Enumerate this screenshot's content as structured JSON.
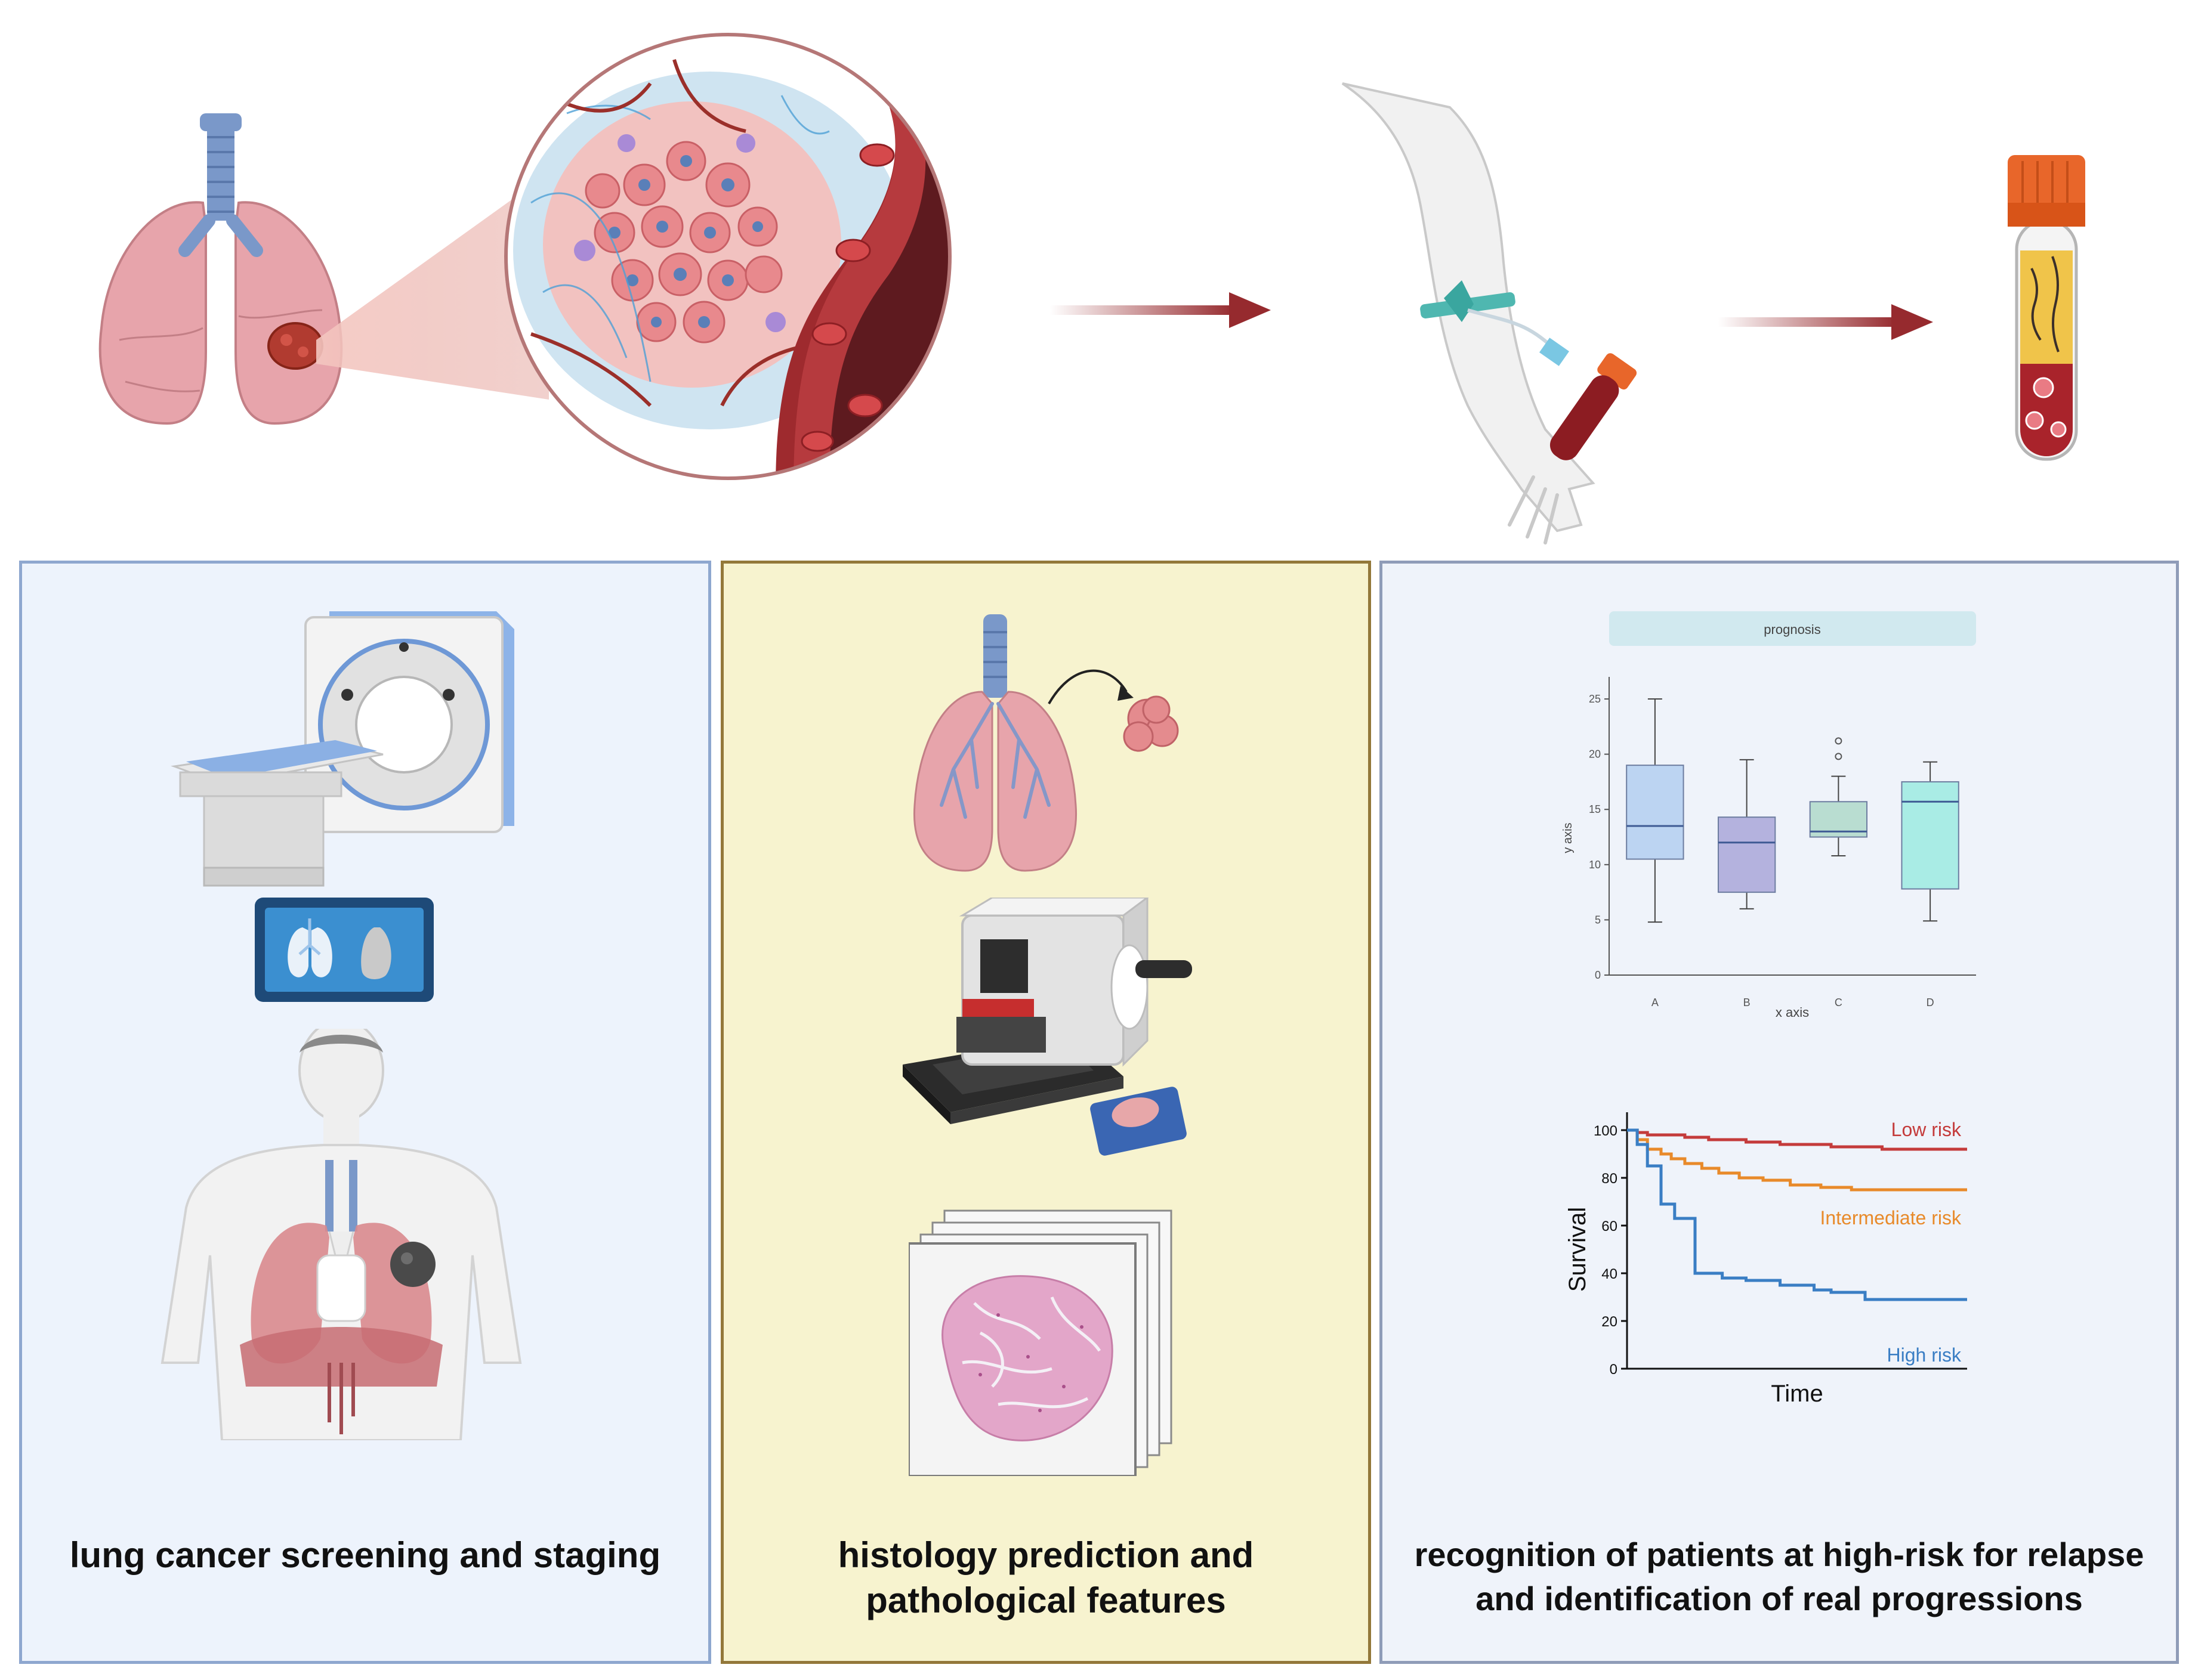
{
  "panels": {
    "left": {
      "caption": "lung cancer screening and staging"
    },
    "middle": {
      "caption_line1": "histology prediction and",
      "caption_line2": "pathological features"
    },
    "right": {
      "caption_line1": "recognition of patients at high-risk for relapse",
      "caption_line2": "and identification of real progressions"
    }
  },
  "boxplot": {
    "title": "prognosis",
    "xlabel": "x axis",
    "ylabel": "y axis",
    "yticks": [
      "0",
      "5",
      "10",
      "15",
      "20",
      "25"
    ],
    "categories": [
      "A",
      "B",
      "C",
      "D"
    ]
  },
  "survival": {
    "ylabel": "Survival",
    "xlabel": "Time",
    "yticks": [
      "0",
      "20",
      "40",
      "60",
      "80",
      "100"
    ],
    "labels": {
      "low": "Low risk",
      "intermediate": "Intermediate risk",
      "high": "High risk"
    }
  },
  "chart_data": [
    {
      "type": "box",
      "title": "prognosis",
      "xlabel": "x axis",
      "ylabel": "y axis",
      "ylim": [
        0,
        27
      ],
      "categories": [
        "A",
        "B",
        "C",
        "D"
      ],
      "boxes": [
        {
          "category": "A",
          "min": 4.8,
          "q1": 10.5,
          "median": 13.5,
          "q3": 19.0,
          "max": 25.0,
          "outliers": []
        },
        {
          "category": "B",
          "min": 6.0,
          "q1": 7.5,
          "median": 12.0,
          "q3": 14.3,
          "max": 19.5,
          "outliers": []
        },
        {
          "category": "C",
          "min": 10.8,
          "q1": 12.5,
          "median": 13.0,
          "q3": 15.7,
          "max": 18.0,
          "outliers": [
            19.8,
            21.2
          ]
        },
        {
          "category": "D",
          "min": 4.9,
          "q1": 7.8,
          "median": 15.7,
          "q3": 17.5,
          "max": 19.3,
          "outliers": []
        }
      ],
      "colors": {
        "A": "#bcd4f2",
        "B": "#b4b2de",
        "C": "#b9ddd1",
        "D": "#a9ece5"
      }
    },
    {
      "type": "line",
      "xlabel": "Time",
      "ylabel": "Survival",
      "ylim": [
        0,
        100
      ],
      "series": [
        {
          "name": "Low risk",
          "color": "#c43b3b",
          "x": [
            0,
            3,
            6,
            10,
            17,
            24,
            35,
            45,
            60,
            75,
            100
          ],
          "y": [
            100,
            99,
            98,
            98,
            97,
            96,
            95,
            94,
            93,
            92,
            92
          ]
        },
        {
          "name": "Intermediate risk",
          "color": "#e88a2a",
          "x": [
            0,
            3,
            6,
            10,
            13,
            17,
            22,
            27,
            33,
            40,
            48,
            57,
            66,
            78,
            100
          ],
          "y": [
            100,
            96,
            92,
            90,
            88,
            86,
            84,
            82,
            80,
            79,
            77,
            76,
            75,
            75,
            75
          ]
        },
        {
          "name": "High risk",
          "color": "#3a7ec4",
          "x": [
            0,
            3,
            6,
            10,
            14,
            20,
            28,
            35,
            45,
            55,
            60,
            70,
            100
          ],
          "y": [
            100,
            94,
            85,
            69,
            63,
            40,
            38,
            37,
            35,
            33,
            32,
            29,
            29
          ]
        }
      ]
    }
  ]
}
